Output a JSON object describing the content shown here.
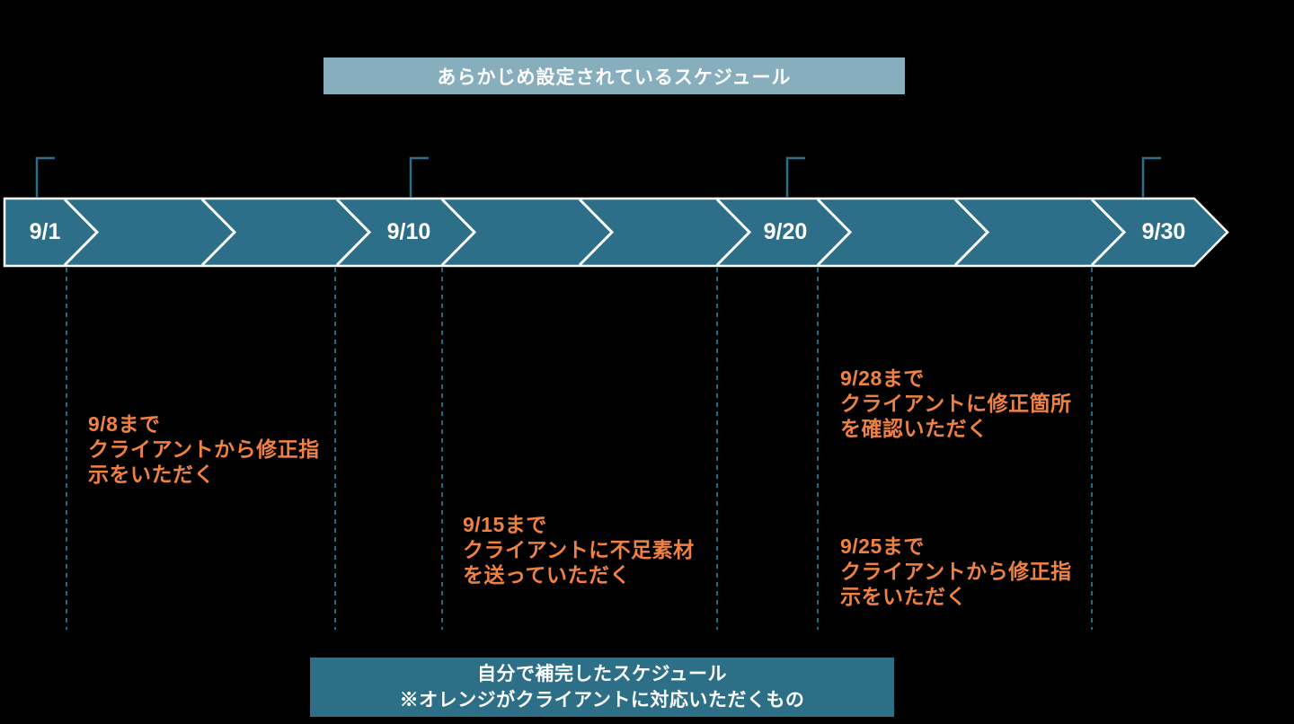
{
  "header": {
    "label": "あらかじめ設定されているスケジュール"
  },
  "timeline": {
    "direction": "left-to-right",
    "dates": [
      {
        "label": "9/1"
      },
      {
        "label": "9/10"
      },
      {
        "label": "9/20"
      },
      {
        "label": "9/30"
      }
    ]
  },
  "annotations": [
    {
      "line1": "9/8まで",
      "line2": "クライアントから修正指",
      "line3": "示をいただく"
    },
    {
      "line1": "9/15まで",
      "line2": "クライアントに不足素材",
      "line3": "を送っていただく"
    },
    {
      "line1": "9/28まで",
      "line2": "クライアントに修正箇所",
      "line3": "を確認いただく"
    },
    {
      "line1": "9/25まで",
      "line2": "クライアントから修正指",
      "line3": "示をいただく"
    }
  ],
  "legend": {
    "line1": "自分で補完したスケジュール",
    "line2": "※オレンジがクライアントに対応いただくもの"
  },
  "colors": {
    "background": "#000000",
    "timeline_teal": "#2d6e88",
    "header_light_blue": "#87aebc",
    "legend_teal": "#2e6f88",
    "accent_orange": "#ef8142",
    "guide_line_teal": "#266983",
    "text_white": "#ffffff"
  }
}
